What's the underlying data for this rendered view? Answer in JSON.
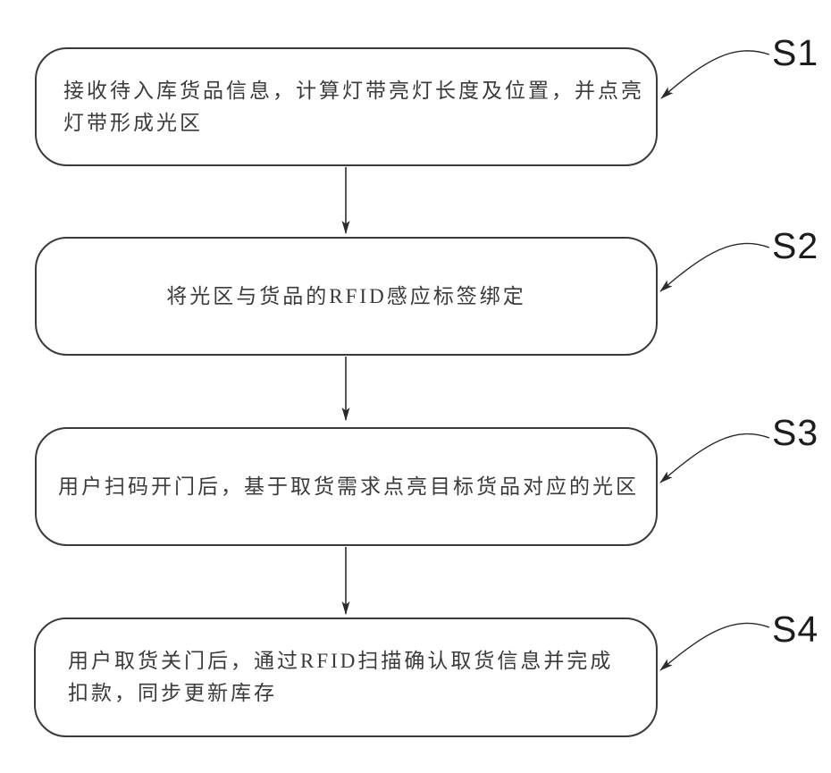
{
  "figure": {
    "type": "flowchart",
    "background_color": "#ffffff",
    "line_color": "#2b2b2b",
    "box_border_color": "#3a3a3a",
    "text_color": "#3b3b3b"
  },
  "steps": [
    {
      "label": "S1",
      "lines": [
        "接收待入库货品信息，计算灯带亮灯长度及位置，并点亮",
        "灯带形成光区"
      ]
    },
    {
      "label": "S2",
      "lines": [
        "将光区与货品的RFID感应标签绑定"
      ]
    },
    {
      "label": "S3",
      "lines": [
        "用户扫码开门后，基于取货需求点亮目标货品对应的光区"
      ]
    },
    {
      "label": "S4",
      "lines": [
        "用户取货关门后，通过RFID扫描确认取货信息并完成",
        "扣款，同步更新库存"
      ]
    }
  ]
}
